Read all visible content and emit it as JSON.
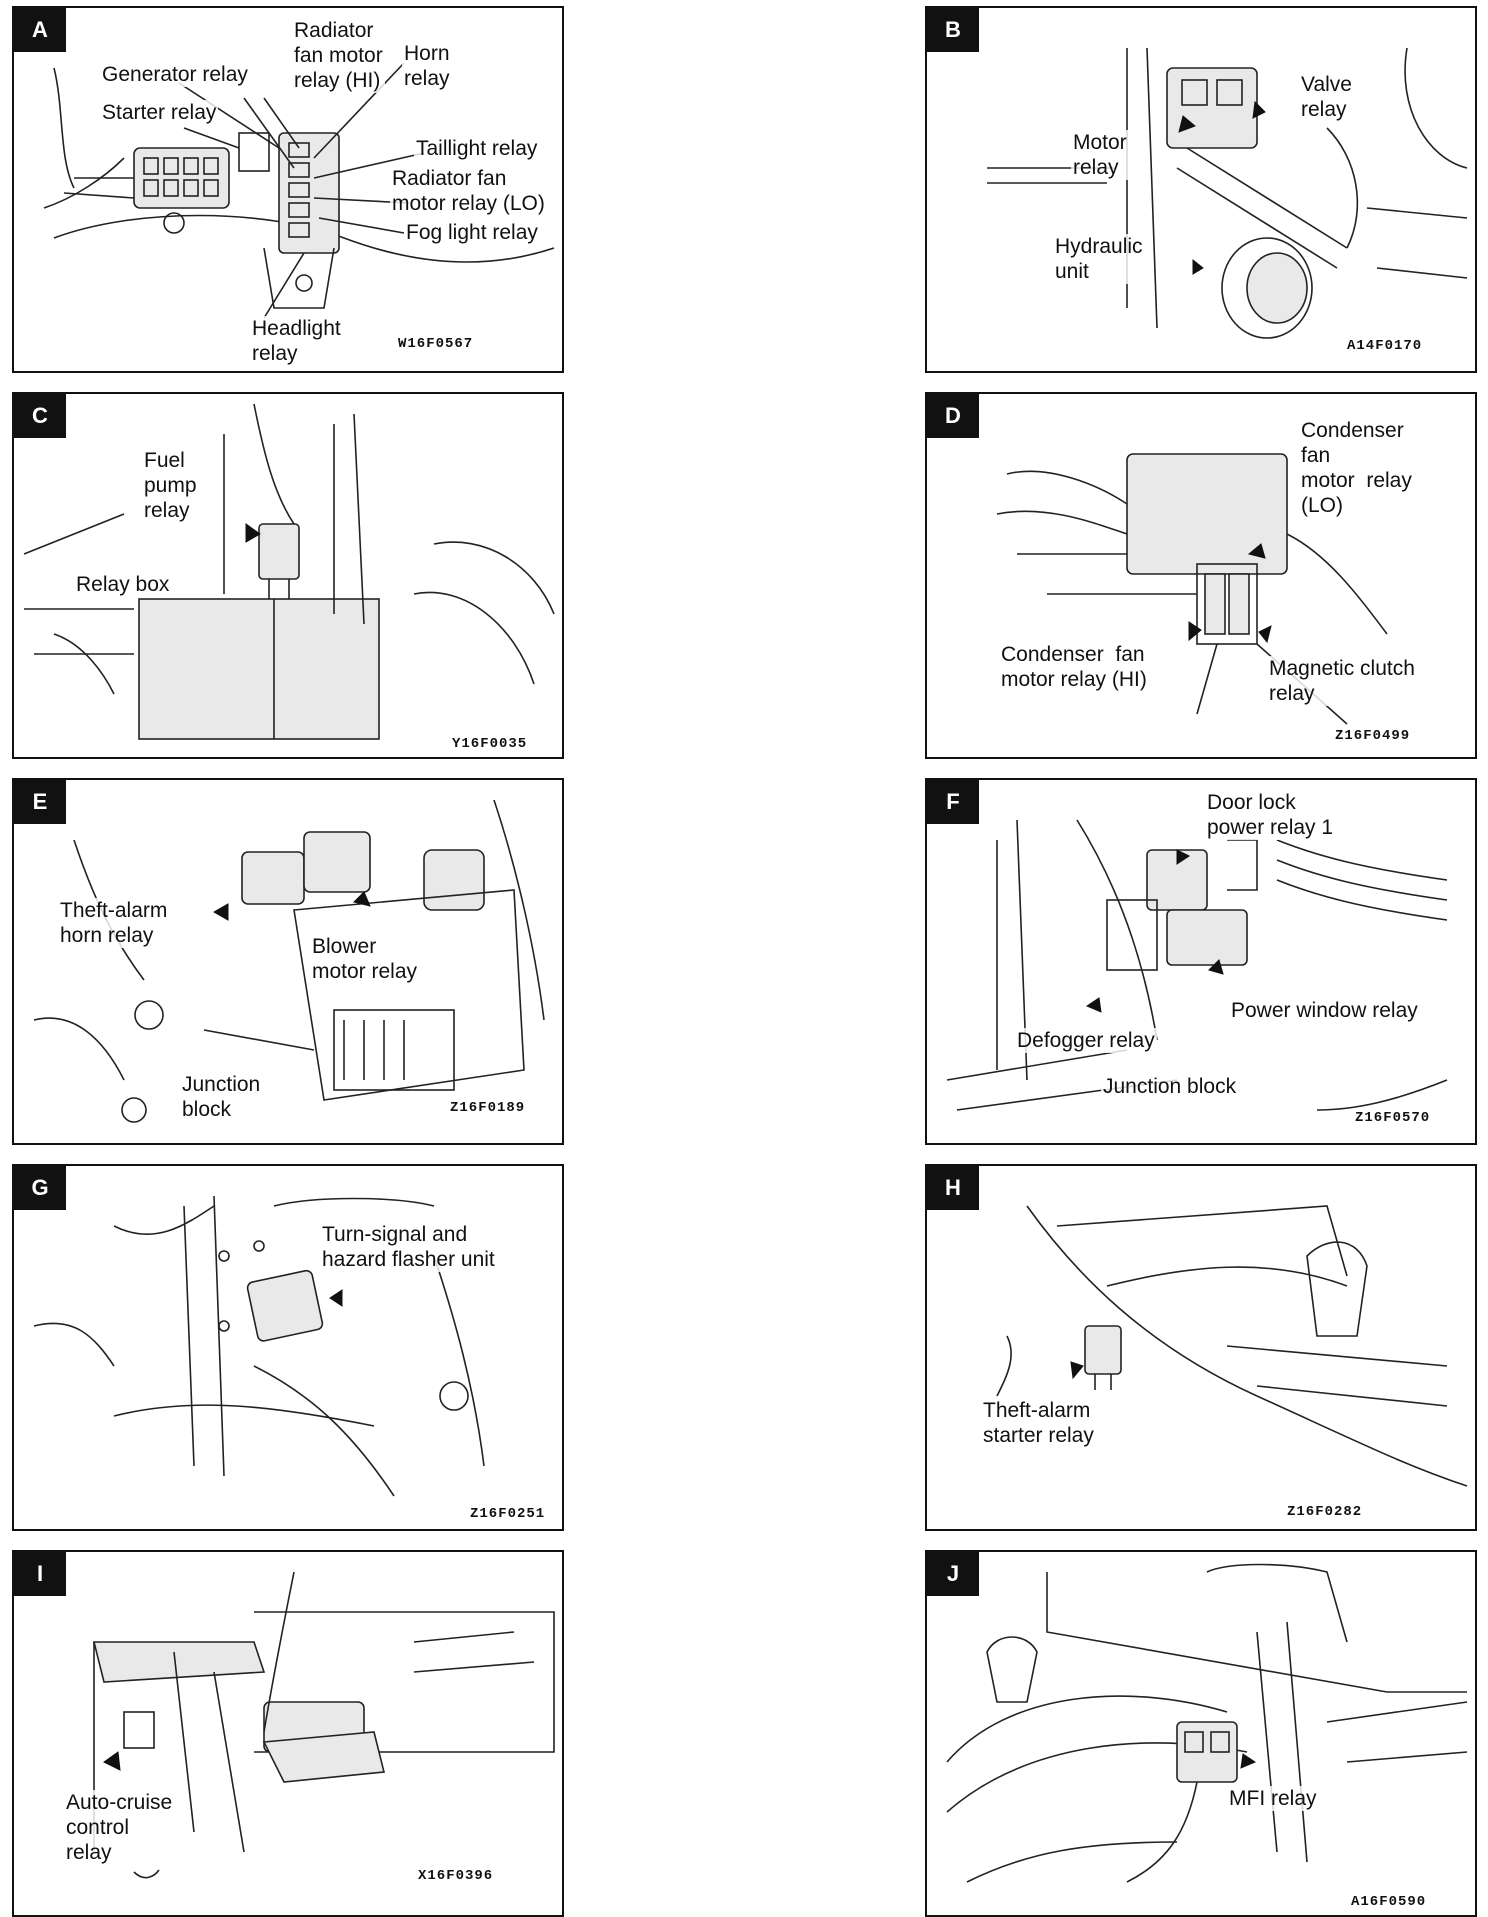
{
  "panels": [
    {
      "letter": "A",
      "code": "W16F0567",
      "labels": [
        "Generator relay",
        "Starter relay",
        "Radiator\nfan motor\nrelay (HI)",
        "Horn\nrelay",
        "Taillight relay",
        "Radiator fan\nmotor relay (LO)",
        "Fog light relay",
        "Headlight\nrelay"
      ]
    },
    {
      "letter": "B",
      "code": "A14F0170",
      "labels": [
        "Valve\nrelay",
        "Motor\nrelay",
        "Hydraulic\nunit"
      ]
    },
    {
      "letter": "C",
      "code": "Y16F0035",
      "labels": [
        "Fuel\npump\nrelay",
        "Relay box"
      ]
    },
    {
      "letter": "D",
      "code": "Z16F0499",
      "labels": [
        "Condenser\nfan\nmotor  relay\n(LO)",
        "Condenser  fan\nmotor relay (HI)",
        "Magnetic clutch\nrelay"
      ]
    },
    {
      "letter": "E",
      "code": "Z16F0189",
      "labels": [
        "Theft-alarm\nhorn relay",
        "Blower\nmotor relay",
        "Junction\nblock"
      ]
    },
    {
      "letter": "F",
      "code": "Z16F0570",
      "labels": [
        "Door lock\npower relay 1",
        "Power window relay",
        "Defogger relay",
        "Junction block"
      ]
    },
    {
      "letter": "G",
      "code": "Z16F0251",
      "labels": [
        "Turn-signal and\nhazard flasher unit"
      ]
    },
    {
      "letter": "H",
      "code": "Z16F0282",
      "labels": [
        "Theft-alarm\nstarter relay"
      ]
    },
    {
      "letter": "I",
      "code": "X16F0396",
      "labels": [
        "Auto-cruise\ncontrol\nrelay"
      ]
    },
    {
      "letter": "J",
      "code": "A16F0590",
      "labels": [
        "MFI relay"
      ]
    }
  ]
}
